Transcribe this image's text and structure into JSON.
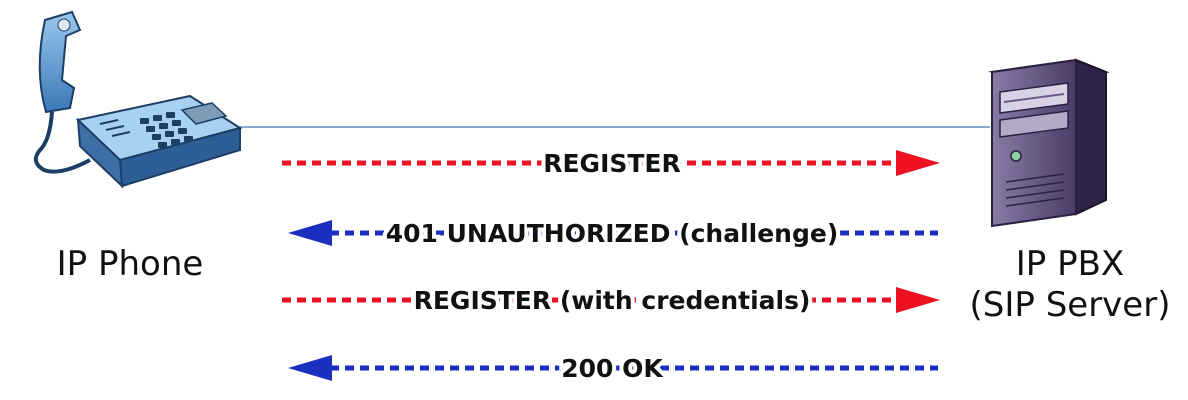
{
  "nodes": {
    "phone": {
      "label": "IP Phone",
      "icon": "ip-phone-icon"
    },
    "pbx": {
      "label_line1": "IP PBX",
      "label_line2": "(SIP Server)",
      "icon": "server-tower-icon"
    }
  },
  "colors": {
    "request": "#ee1122",
    "response": "#1a2fc0",
    "connection": "#5b8fc4"
  },
  "messages": [
    {
      "label": "REGISTER",
      "direction": "to-server",
      "color": "request"
    },
    {
      "label": "401 UNAUTHORIZED (challenge)",
      "direction": "to-phone",
      "color": "response"
    },
    {
      "label": "REGISTER (with credentials)",
      "direction": "to-server",
      "color": "request"
    },
    {
      "label": "200 OK",
      "direction": "to-phone",
      "color": "response"
    }
  ]
}
